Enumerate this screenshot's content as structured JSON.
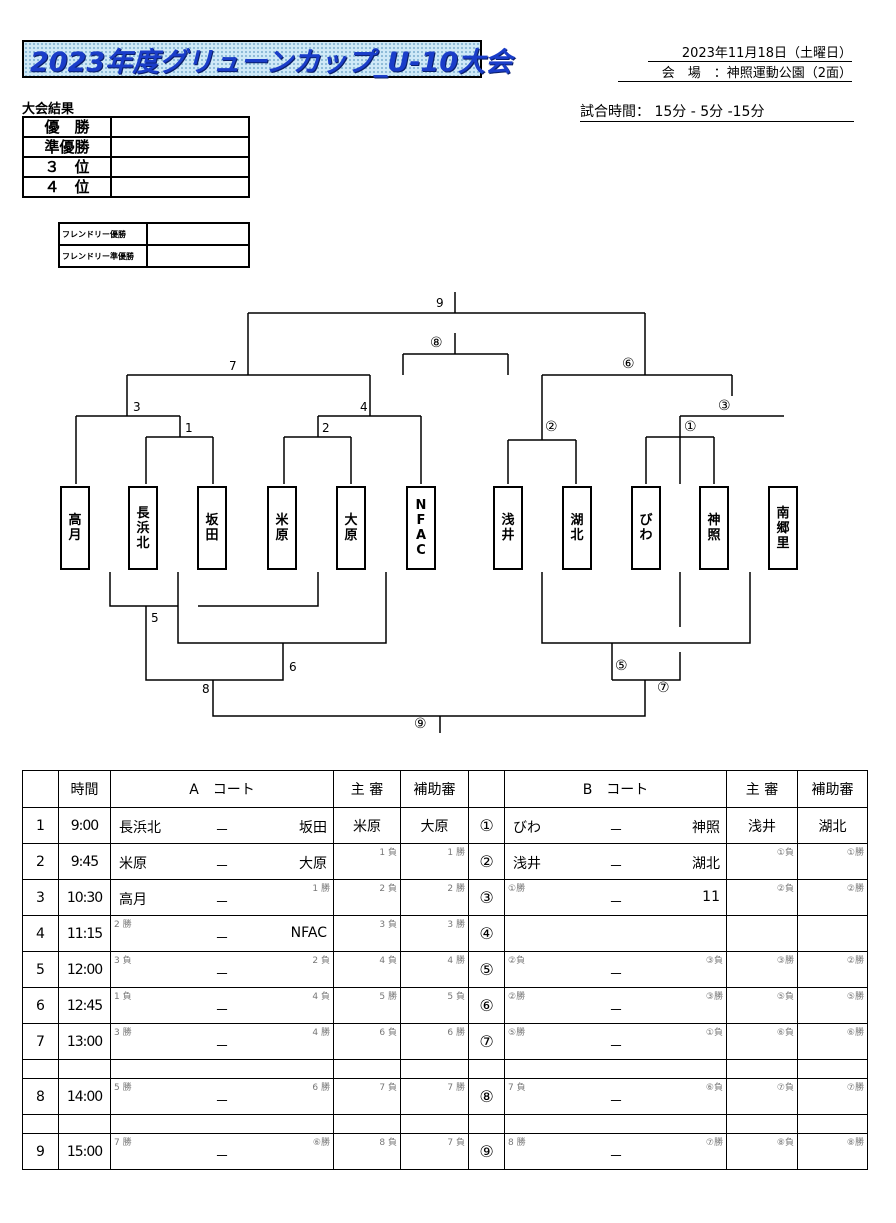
{
  "header": {
    "title": "2023年度グリューンカップ_U-10大会",
    "date": "2023年11月18日（土曜日）",
    "venue": "会　場　：神照運動公園（2面）",
    "match_time": "試合時間：  15分 - 5分 -15分"
  },
  "results": {
    "heading": "大会結果",
    "rows": [
      {
        "label": "優　勝",
        "value": ""
      },
      {
        "label": "準優勝",
        "value": ""
      },
      {
        "label": "３　位",
        "value": ""
      },
      {
        "label": "４　位",
        "value": ""
      }
    ]
  },
  "friendly": {
    "rows": [
      {
        "label": "フレンドリー優勝",
        "value": ""
      },
      {
        "label": "フレンドリー準優勝",
        "value": ""
      }
    ]
  },
  "bracket": {
    "teams": [
      "高\n月",
      "長\n浜\n北",
      "坂\n田",
      "米\n原",
      "大\n原",
      "N\nF\nA\nC",
      "浅\n井",
      "湖\n北",
      "び\nわ",
      "神\n照",
      "南\n郷\n里"
    ],
    "labels": {
      "m9": "9",
      "m8c": "⑧",
      "m7": "7",
      "m6c": "⑥",
      "m3": "3",
      "m4": "4",
      "m1": "1",
      "m2": "2",
      "m2c": "②",
      "m3c": "③",
      "m1c": "①",
      "b5": "5",
      "b6": "6",
      "b8": "8",
      "b5c": "⑤",
      "b7c": "⑦",
      "b9c": "⑨"
    }
  },
  "schedule": {
    "headers": {
      "time": "時間",
      "a_court": "A　コート",
      "referee": "主 審",
      "assistant": "補助審",
      "b_court": "B　コート"
    },
    "dash": "－",
    "rows": [
      {
        "no": "1",
        "time": "9:00",
        "a": {
          "left": "長浜北",
          "right": "坂田",
          "left_sm": "",
          "right_sm": ""
        },
        "a_ref": "米原",
        "a_ref_sm": "",
        "a_ast": "大原",
        "a_ast_sm": "",
        "bno": "①",
        "b": {
          "left": "びわ",
          "right": "神照",
          "left_sm": "",
          "right_sm": ""
        },
        "b_ref": "浅井",
        "b_ref_sm": "",
        "b_ast": "湖北",
        "b_ast_sm": ""
      },
      {
        "no": "2",
        "time": "9:45",
        "a": {
          "left": "米原",
          "right": "大原",
          "left_sm": "",
          "right_sm": ""
        },
        "a_ref": "",
        "a_ref_sm": "1 負",
        "a_ast": "",
        "a_ast_sm": "1 勝",
        "bno": "②",
        "b": {
          "left": "浅井",
          "right": "湖北",
          "left_sm": "",
          "right_sm": ""
        },
        "b_ref": "",
        "b_ref_sm": "①負",
        "b_ast": "",
        "b_ast_sm": "①勝"
      },
      {
        "no": "3",
        "time": "10:30",
        "a": {
          "left": "高月",
          "right": "",
          "left_sm": "",
          "right_sm": "1 勝"
        },
        "a_ref": "",
        "a_ref_sm": "2 負",
        "a_ast": "",
        "a_ast_sm": "2 勝",
        "bno": "③",
        "b": {
          "left": "",
          "right": "11",
          "left_sm": "①勝",
          "right_sm": ""
        },
        "b_ref": "",
        "b_ref_sm": "②負",
        "b_ast": "",
        "b_ast_sm": "②勝"
      },
      {
        "no": "4",
        "time": "11:15",
        "a": {
          "left": "",
          "right": "NFAC",
          "left_sm": "2 勝",
          "right_sm": ""
        },
        "a_ref": "",
        "a_ref_sm": "3 負",
        "a_ast": "",
        "a_ast_sm": "3 勝",
        "bno": "④",
        "b": {
          "left": "",
          "right": "",
          "left_sm": "",
          "right_sm": "",
          "nodash": true
        },
        "b_ref": "",
        "b_ref_sm": "",
        "b_ast": "",
        "b_ast_sm": ""
      },
      {
        "no": "5",
        "time": "12:00",
        "a": {
          "left": "",
          "right": "",
          "left_sm": "3 負",
          "right_sm": "2 負"
        },
        "a_ref": "",
        "a_ref_sm": "4 負",
        "a_ast": "",
        "a_ast_sm": "4 勝",
        "bno": "⑤",
        "b": {
          "left": "",
          "right": "",
          "left_sm": "②負",
          "right_sm": "③負"
        },
        "b_ref": "",
        "b_ref_sm": "③勝",
        "b_ast": "",
        "b_ast_sm": "②勝"
      },
      {
        "no": "6",
        "time": "12:45",
        "a": {
          "left": "",
          "right": "",
          "left_sm": "1 負",
          "right_sm": "4 負"
        },
        "a_ref": "",
        "a_ref_sm": "5 勝",
        "a_ast": "",
        "a_ast_sm": "5 負",
        "bno": "⑥",
        "b": {
          "left": "",
          "right": "",
          "left_sm": "②勝",
          "right_sm": "③勝"
        },
        "b_ref": "",
        "b_ref_sm": "⑤負",
        "b_ast": "",
        "b_ast_sm": "⑤勝"
      },
      {
        "no": "7",
        "time": "13:00",
        "a": {
          "left": "",
          "right": "",
          "left_sm": "3 勝",
          "right_sm": "4 勝"
        },
        "a_ref": "",
        "a_ref_sm": "6 負",
        "a_ast": "",
        "a_ast_sm": "6 勝",
        "bno": "⑦",
        "b": {
          "left": "",
          "right": "",
          "left_sm": "⑤勝",
          "right_sm": "①負"
        },
        "b_ref": "",
        "b_ref_sm": "⑥負",
        "b_ast": "",
        "b_ast_sm": "⑥勝"
      },
      {
        "no": "8",
        "time": "14:00",
        "a": {
          "left": "",
          "right": "",
          "left_sm": "5 勝",
          "right_sm": "6 勝"
        },
        "a_ref": "",
        "a_ref_sm": "7 負",
        "a_ast": "",
        "a_ast_sm": "7 勝",
        "bno": "⑧",
        "b": {
          "left": "",
          "right": "",
          "left_sm": "7 負",
          "right_sm": "⑥負"
        },
        "b_ref": "",
        "b_ref_sm": "⑦負",
        "b_ast": "",
        "b_ast_sm": "⑦勝"
      },
      {
        "no": "9",
        "time": "15:00",
        "a": {
          "left": "",
          "right": "",
          "left_sm": "7 勝",
          "right_sm": "⑥勝"
        },
        "a_ref": "",
        "a_ref_sm": "8 負",
        "a_ast": "",
        "a_ast_sm": "7 負",
        "bno": "⑨",
        "b": {
          "left": "",
          "right": "",
          "left_sm": "8 勝",
          "right_sm": "⑦勝"
        },
        "b_ref": "",
        "b_ref_sm": "⑧負",
        "b_ast": "",
        "b_ast_sm": "⑧勝"
      }
    ]
  }
}
